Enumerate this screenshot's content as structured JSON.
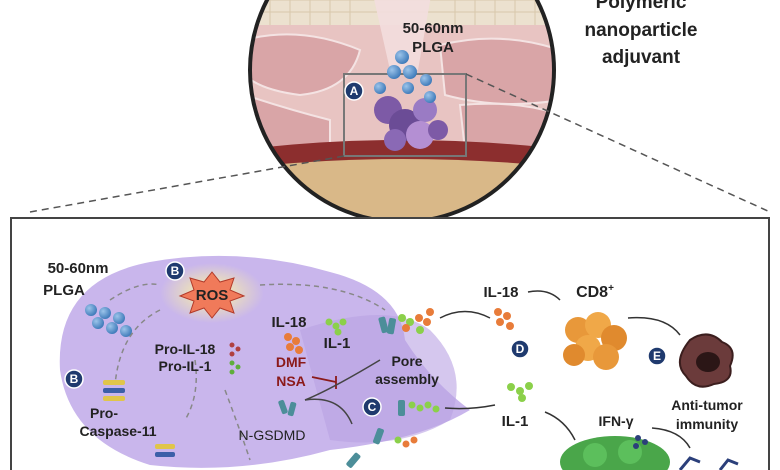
{
  "header": {
    "title_lines": [
      "Polymeric",
      "nanoparticle",
      "adjuvant"
    ]
  },
  "inset": {
    "particle_label_lines": [
      "50-60nm",
      "PLGA"
    ],
    "marker": "A"
  },
  "panel": {
    "input_lines": [
      "50-60nm",
      "PLGA"
    ],
    "ros": "ROS",
    "pro_cytokines": [
      "Pro-IL-18",
      "Pro-IL-1"
    ],
    "procaspase_lines": [
      "Pro-",
      "Caspase-11"
    ],
    "il18_cell": "IL-18",
    "il1_cell": "IL-1",
    "inhibitors": [
      "DMF",
      "NSA"
    ],
    "pore_lines": [
      "Pore",
      "assembly"
    ],
    "ngsdmd": "N-GSDMD",
    "il18_out": "IL-18",
    "il1_out": "IL-1",
    "cd8": "CD8",
    "cd8_sup": "+",
    "ifn": "IFN-γ",
    "antitumor_lines": [
      "Anti-tumor",
      "immunity"
    ],
    "markers": {
      "B1": "B",
      "B2": "B",
      "C": "C",
      "D": "D",
      "E": "E"
    }
  },
  "colors": {
    "marker_fill": "#1f3a6e",
    "inhibitor_red": "#8b1a1a",
    "cell_purple": "#c9b6ec",
    "particle_blue": "#4a86c5"
  }
}
